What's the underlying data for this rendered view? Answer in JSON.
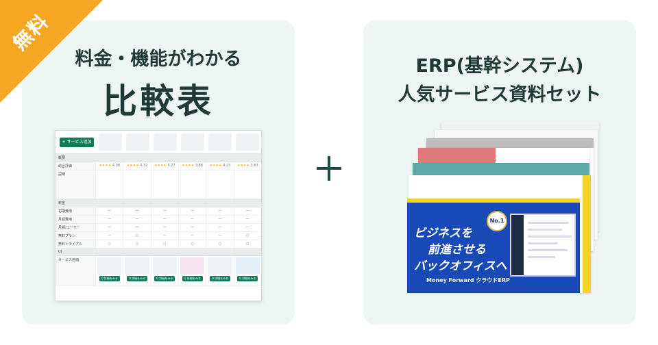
{
  "ribbon": {
    "label": "無料"
  },
  "left_card": {
    "title_line1": "料金・機能がわかる",
    "title_line2": "比較表",
    "table": {
      "add_button": "+ サービス追加",
      "sections": [
        "概要",
        "料金",
        "UI"
      ],
      "rows_overview": [
        {
          "label": "総合評価",
          "cells": [
            "4.08",
            "4.32",
            "4.27",
            "3.88",
            "4.23",
            "3.83"
          ]
        },
        {
          "label": "説明",
          "cells": [
            "",
            "",
            "",
            "",
            "",
            ""
          ]
        }
      ],
      "rows_price": [
        {
          "label": "初期費用",
          "cells": [
            "—",
            "—",
            "—",
            "—",
            "—",
            "—"
          ]
        },
        {
          "label": "月額費用",
          "cells": [
            "—",
            "—",
            "—",
            "—",
            "—",
            "—"
          ]
        },
        {
          "label": "月額/ユーザー",
          "cells": [
            "—",
            "—",
            "—",
            "—",
            "—",
            "—"
          ]
        },
        {
          "label": "無料プラン",
          "cells": [
            "—",
            "○",
            "—",
            "—",
            "—",
            "○"
          ]
        },
        {
          "label": "無料トライアル",
          "cells": [
            "○",
            "○",
            "○",
            "○",
            "○",
            "○"
          ]
        }
      ],
      "rows_ui": [
        {
          "label": "サービス画面",
          "cells": [
            "",
            "",
            "",
            "",
            "",
            ""
          ]
        }
      ],
      "view_button": "Q 詳細をみる"
    }
  },
  "right_card": {
    "title_line1": "ERP(基幹システム)",
    "title_line2": "人気サービス資料セット",
    "slide": {
      "line1": "ビジネスを",
      "line2": "前進させる",
      "line3": "バックオフィスへ",
      "brand": "Money Forward クラウドERP",
      "badge": "No.1"
    }
  }
}
